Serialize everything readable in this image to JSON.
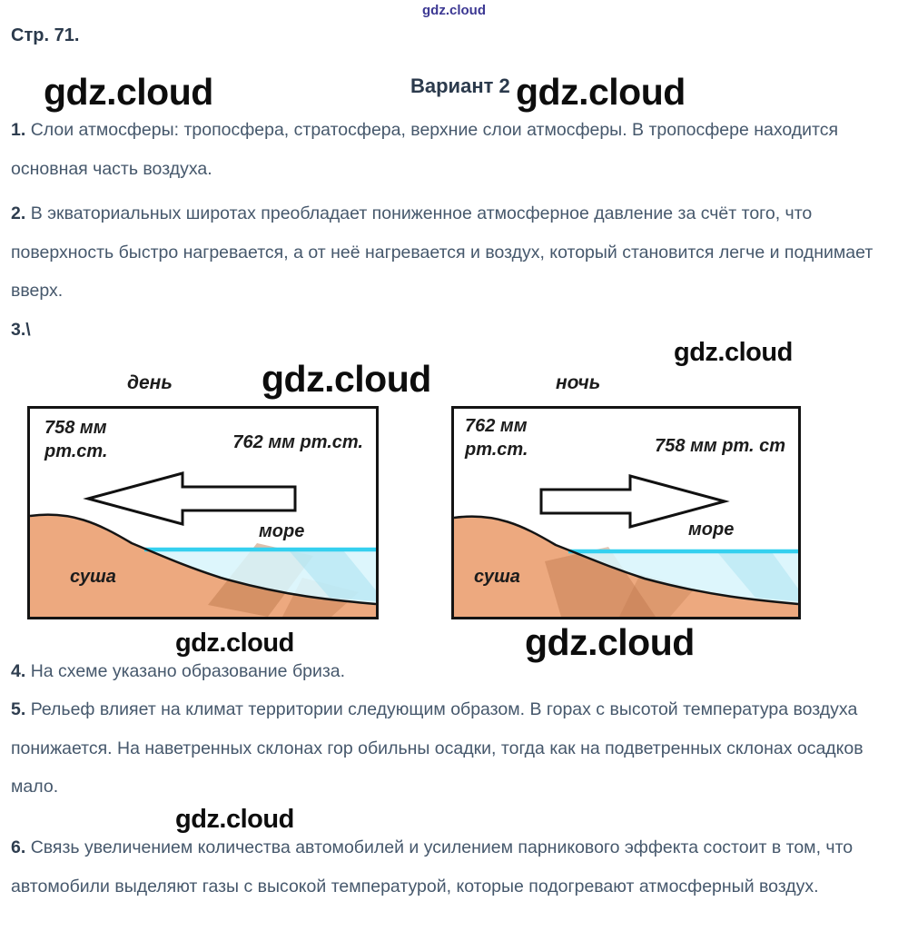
{
  "page": {
    "top_watermark": "gdz.cloud",
    "page_label": "Стр. 71.",
    "variant_title": "Вариант 2"
  },
  "watermark": {
    "text": "gdz.cloud"
  },
  "answers": {
    "a1": {
      "num": "1.",
      "text": "Слои атмосферы: тропосфера, стратосфера, верхние слои атмосферы. В тропосфере находится основная часть воздуха."
    },
    "a2": {
      "num": "2.",
      "text": "В экваториальных широтах преобладает пониженное атмосферное давление за счёт того, что поверхность быстро нагревается, а от неё нагревается и воздух, который становится легче и поднимает вверх."
    },
    "a3": {
      "num": "3.\\",
      "text": ""
    },
    "a4": {
      "num": "4.",
      "text": "На схеме указано образование бриза."
    },
    "a5": {
      "num": "5.",
      "text": "Рельеф влияет на климат территории следующим образом. В горах с высотой температура воздуха понижается. На наветренных склонах гор обильны осадки, тогда как на подветренных склонах осадков мало."
    },
    "a6": {
      "num": "6.",
      "text": "Связь увеличением количества автомобилей и усилением парникового эффекта состоит в том, что автомобили выделяют газы с высокой температурой, которые подогревают атмосферный воздух."
    }
  },
  "diagram": {
    "day": {
      "title": "день",
      "pressure_left_line1": "758 мм",
      "pressure_left_line2": "рт.ст.",
      "pressure_right": "762 мм рт.ст.",
      "sea_label": "море",
      "land_label": "суша",
      "arrow_direction": "left"
    },
    "night": {
      "title": "ночь",
      "pressure_left_line1": "762 мм",
      "pressure_left_line2": "рт.ст.",
      "pressure_right": "758 мм рт. ст",
      "sea_label": "море",
      "land_label": "суша",
      "arrow_direction": "right"
    },
    "colors": {
      "land": "#eda97f",
      "land_shade": "#c98b5e",
      "water": "#d9f6fb",
      "water_surface": "#35d0ef",
      "outline": "#141414"
    }
  }
}
